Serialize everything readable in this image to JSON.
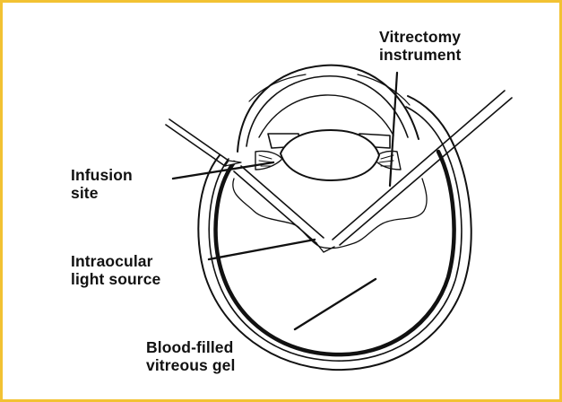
{
  "frame": {
    "border_color": "#f2c233",
    "background": "#ffffff"
  },
  "labels": {
    "vitrectomy": {
      "line1": "Vitrectomy",
      "line2": "instrument"
    },
    "infusion": {
      "line1": "Infusion",
      "line2": "site"
    },
    "light": {
      "line1": "Intraocular",
      "line2": "light source"
    },
    "blood": {
      "line1": "Blood-filled",
      "line2": "vitreous gel"
    }
  },
  "colors": {
    "ink": "#111111"
  }
}
